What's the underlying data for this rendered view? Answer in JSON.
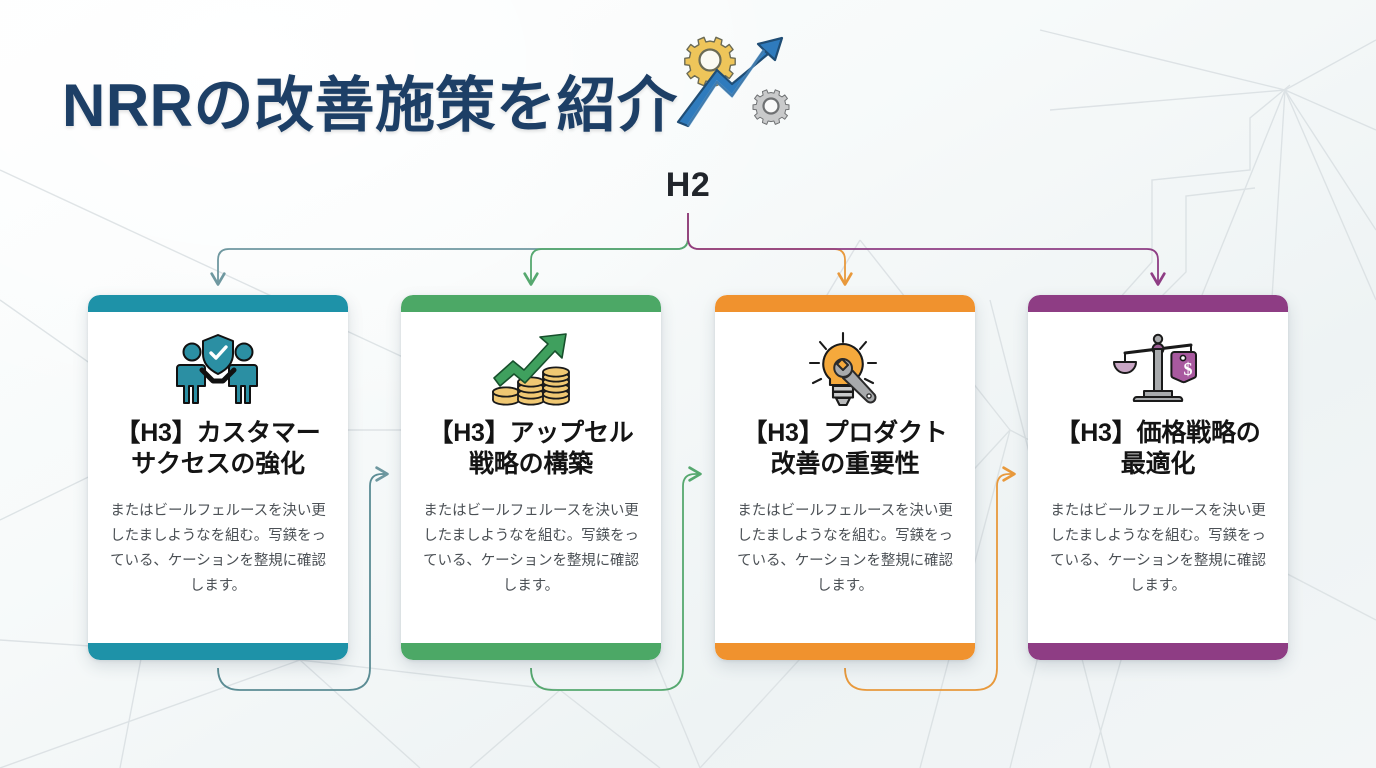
{
  "title": {
    "text": "NRRの改善施策を紹介",
    "icon": "growth-chart-gear-icon",
    "color": "#1d3f66"
  },
  "h2": {
    "label": "H2"
  },
  "theme": {
    "background_top": "#fdfefe",
    "background_bottom": "#eef3f4",
    "card_background": "#ffffff",
    "heading_color": "#141414",
    "body_text_color": "#4b5055"
  },
  "cards": [
    {
      "id": "customer-success",
      "heading": "【H3】カスタマーサクセスの強化",
      "body": "またはビールフェルースを決い更したましようなを組む。写鍈をっている、ケーションを整規に確認します。",
      "color": "#1e92a8",
      "icon": "people-shield-check-icon",
      "connector_color": "#6f98a0"
    },
    {
      "id": "upsell-strategy",
      "heading": "【H3】アップセル戦略の構築",
      "body": "またはビールフェルースを決い更したましようなを組む。写鍈をっている、ケーションを整規に確認します。",
      "color": "#4ca866",
      "icon": "coins-growth-arrow-icon",
      "connector_color": "#56a86f"
    },
    {
      "id": "product-improvement",
      "heading": "【H3】プロダクト改善の重要性",
      "body": "またはビールフェルースを決い更したましようなを組む。写鍈をっている、ケーションを整規に確認します。",
      "color": "#f0922e",
      "icon": "lightbulb-wrench-icon",
      "connector_color": "#e8993c"
    },
    {
      "id": "pricing-optimization",
      "heading": "【H3】価格戦略の最適化",
      "body": "またはビールフェルースを決い更したましようなを組む。写鍈をっている、ケーションを整規に確認します。",
      "color": "#8e3d84",
      "icon": "balance-scale-price-tag-icon",
      "connector_color": "#8e3d84"
    }
  ]
}
